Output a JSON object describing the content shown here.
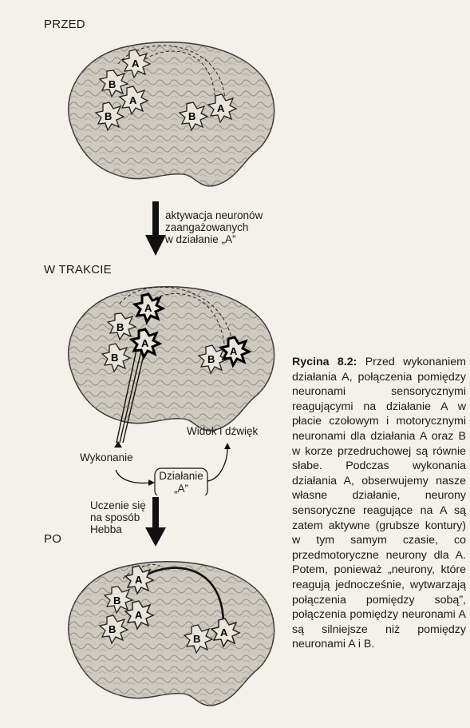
{
  "stages": {
    "before": "PRZED",
    "during": "W TRAKCIE",
    "after": "PO"
  },
  "arrows": {
    "activation": [
      "aktywacja neuronów",
      "zaangażowanych",
      "w działanie „A”"
    ],
    "hebb": [
      "Uczenie się",
      "na sposób",
      "Hebba"
    ]
  },
  "loop": {
    "execution": "Wykonanie",
    "sight_sound": "Widok i dźwięk",
    "action": [
      "Działanie",
      "„A”"
    ]
  },
  "neuron_labels": {
    "a": "A",
    "b": "B"
  },
  "caption": {
    "lead": "Rycina 8.2:",
    "body": "Przed wykonaniem działania A, połączenia pomiędzy neuronami sensorycznymi reagującymi na działanie A w płacie czołowym i motorycznymi neuronami dla działania A oraz B w korze przedruchowej są równie słabe. Podczas wykonania działania A, obserwujemy nasze własne działanie, neurony sensoryczne reagujące na A są zatem aktywne (grubsze kontury) w tym samym czasie, co przedmotoryczne neurony dla A. Potem, ponieważ „neurony, które reagują jednocześnie, wytwarzają połączenia pomiędzy sobą”, połączenia pomiędzy neuronami A są silniejsze niż pomiędzy neuronami A i B."
  },
  "colors": {
    "ink": "#1a1a1a",
    "paper": "#f4f1ea",
    "brain": "#cfcac0"
  }
}
